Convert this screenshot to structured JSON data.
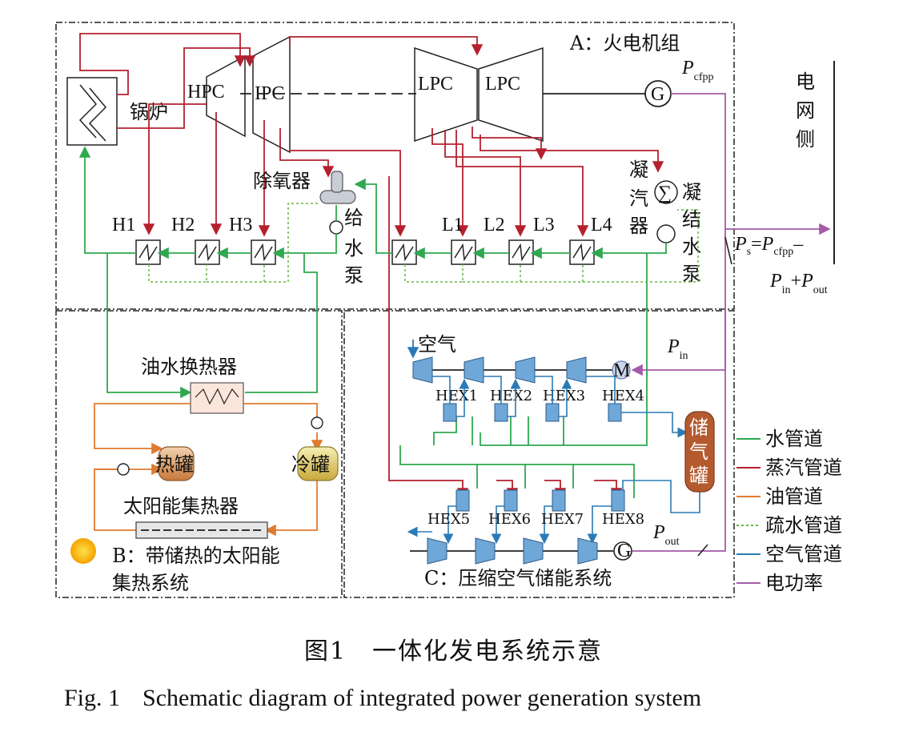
{
  "colors": {
    "water": "#2fa84f",
    "steam": "#b5202e",
    "oil": "#e07a2e",
    "drain": "#63b944",
    "air": "#2a7ab5",
    "power": "#a55aa8",
    "dash": "#222222"
  },
  "sections": {
    "a_title": "A：火电机组",
    "b_title_1": "B：带储热的太阳能",
    "b_title_2": "集热系统",
    "c_title": "C：压缩空气储能系统"
  },
  "a": {
    "hpc": "HPC",
    "ipc": "IPC",
    "lpc1": "LPC",
    "lpc2": "LPC",
    "boiler": "锅炉",
    "generator": "G",
    "p_cfpp": "P",
    "p_cfpp_sub": "cfpp",
    "deaerator": "除氧器",
    "feed_pump": [
      "给",
      "水",
      "泵"
    ],
    "condenser": [
      "凝",
      "汽",
      "器"
    ],
    "condensate_pump": [
      "凝",
      "结",
      "水",
      "泵"
    ],
    "heaters_h": [
      "H1",
      "H2",
      "H3"
    ],
    "heaters_l": [
      "L1",
      "L2",
      "L3",
      "L4"
    ],
    "sigma": "∑"
  },
  "grid": {
    "label": [
      "电",
      "网",
      "侧"
    ],
    "ps_eq": "P",
    "ps_sub": "s",
    "eq": "=",
    "ps_rhs": "P",
    "ps_rhs_sub": "cfpp",
    "minus": "–",
    "pin": "P",
    "pin_sub": "in",
    "plus": "+",
    "pout": "P",
    "pout_sub": "out"
  },
  "b": {
    "oil_water_hx": "油水换热器",
    "hot_tank": "热罐",
    "cold_tank": "冷罐",
    "collector": "太阳能集热器"
  },
  "c": {
    "air": "空气",
    "motor": "M",
    "p_in": "P",
    "p_in_sub": "in",
    "hex_top": [
      "HEX1",
      "HEX2",
      "HEX3",
      "HEX4"
    ],
    "hex_bottom": [
      "HEX5",
      "HEX6",
      "HEX7",
      "HEX8"
    ],
    "storage": [
      "储",
      "气",
      "罐"
    ],
    "generator": "G",
    "p_out": "P",
    "p_out_sub": "out"
  },
  "legend": [
    {
      "label": "水管道",
      "color": "#2fa84f",
      "dashed": false
    },
    {
      "label": "蒸汽管道",
      "color": "#b5202e",
      "dashed": false
    },
    {
      "label": "油管道",
      "color": "#e07a2e",
      "dashed": false
    },
    {
      "label": "疏水管道",
      "color": "#63b944",
      "dashed": true
    },
    {
      "label": "空气管道",
      "color": "#2a7ab5",
      "dashed": false
    },
    {
      "label": "电功率",
      "color": "#a55aa8",
      "dashed": false
    }
  ],
  "caption": {
    "cn": "图1　一体化发电系统示意",
    "en_fig": "Fig. 1",
    "en_text": "Schematic diagram of integrated power generation system"
  }
}
